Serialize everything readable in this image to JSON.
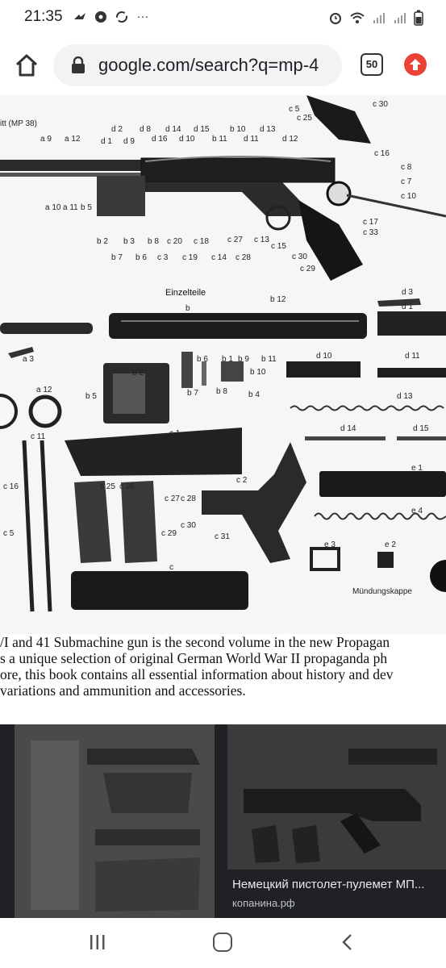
{
  "status_bar": {
    "time": "21:35",
    "left_icons": [
      "bird-icon",
      "soccer-ball-icon",
      "sync-icon",
      "more-dots-icon"
    ],
    "more_glyph": "···",
    "right_icons": [
      "alarm-icon",
      "wifi-icon",
      "signal-icon",
      "signal-icon",
      "battery-icon"
    ]
  },
  "browser": {
    "url": "google.com/search?q=mp-4",
    "tab_count": "50",
    "accent_update_color": "#ea4335"
  },
  "diagram": {
    "title": "Einzelteile",
    "header_label": "itt (MP 38)",
    "labels_top": [
      "a 9",
      "a 12",
      "d 1",
      "d 2",
      "d 9",
      "d 8",
      "d 16",
      "d 14",
      "d 10",
      "d 15",
      "b 11",
      "b 10",
      "d 11",
      "d 13",
      "d 12",
      "c 5",
      "c 25",
      "c 30",
      "c 16",
      "c 8",
      "c 7",
      "c 10",
      "c 17",
      "c 33"
    ],
    "labels_mid": [
      "a 10",
      "a 11",
      "b 5",
      "b 2",
      "b 3",
      "b 8",
      "c 20",
      "c 18",
      "c 27",
      "c 13",
      "c 15",
      "c 30",
      "c 29",
      "b 7",
      "b 6",
      "c 3",
      "c 19",
      "c 14",
      "c 28"
    ],
    "labels_parts": [
      "b 12",
      "b",
      "d 3",
      "d 1",
      "a 3",
      "b 2",
      "b 6",
      "b 1",
      "b 9",
      "b 11",
      "b 10",
      "d 10",
      "d 11",
      "a 12",
      "b 5",
      "b 7",
      "b 8",
      "b 4",
      "d 13",
      "c 1",
      "d 14",
      "d 15",
      "c 11",
      "c 25",
      "c 26",
      "c 2",
      "e 1",
      "c 27",
      "c 28",
      "e 4",
      "c 16",
      "c 5",
      "c 29",
      "c 30",
      "c 31",
      "e 3",
      "e 2",
      "c"
    ],
    "muzzle_cap_label": "Mündungskappe"
  },
  "caption": {
    "line1": "/I and 41 Submachine gun is the second volume in the new Propagan",
    "line2": "s a unique selection of original German World War II propaganda ph",
    "line3": "ore, this book contains all essential information about history and dev",
    "line4": "variations and ammunition and accessories."
  },
  "related_result": {
    "title": "Немецкий пистолет-пулемет МП...",
    "source": "копанина.рф"
  }
}
